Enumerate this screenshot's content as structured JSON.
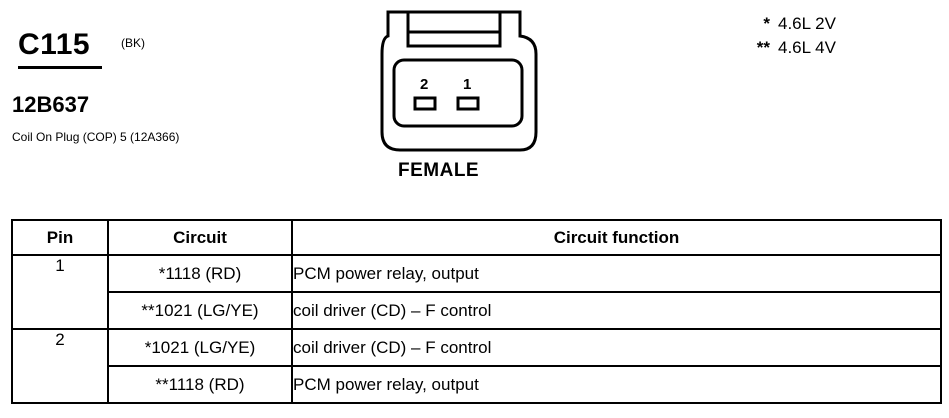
{
  "connector": {
    "id": "C115",
    "color_code": "(BK)",
    "part_number": "12B637",
    "description": "Coil On Plug (COP) 5 (12A366)",
    "gender": "FEMALE",
    "pin_labels": [
      "2",
      "1"
    ]
  },
  "legend": [
    {
      "mark": "*",
      "text": "4.6L 2V"
    },
    {
      "mark": "**",
      "text": "4.6L 4V"
    }
  ],
  "table": {
    "headers": [
      "Pin",
      "Circuit",
      "Circuit function"
    ],
    "groups": [
      {
        "pin": "1",
        "rows": [
          {
            "circuit": "*1118 (RD)",
            "function": "PCM power relay, output"
          },
          {
            "circuit": "**1021 (LG/YE)",
            "function": "coil driver (CD) – F control"
          }
        ]
      },
      {
        "pin": "2",
        "rows": [
          {
            "circuit": "*1021 (LG/YE)",
            "function": "coil driver (CD) – F control"
          },
          {
            "circuit": "**1118 (RD)",
            "function": "PCM power relay, output"
          }
        ]
      }
    ]
  }
}
